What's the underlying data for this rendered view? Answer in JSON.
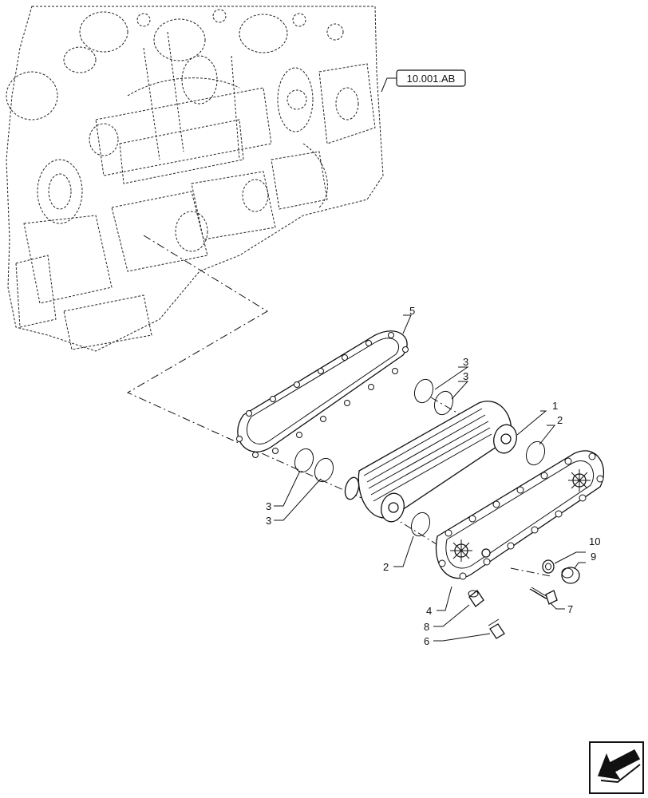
{
  "diagram": {
    "reference_label": "10.001.AB",
    "callouts": {
      "c1": "1",
      "c2a": "2",
      "c2b": "2",
      "c3a": "3",
      "c3b": "3",
      "c3c": "3",
      "c3d": "3",
      "c4": "4",
      "c5": "5",
      "c6": "6",
      "c7": "7",
      "c8": "8",
      "c9": "9",
      "c10": "10"
    },
    "nav_icon": "arrow-back-icon"
  }
}
